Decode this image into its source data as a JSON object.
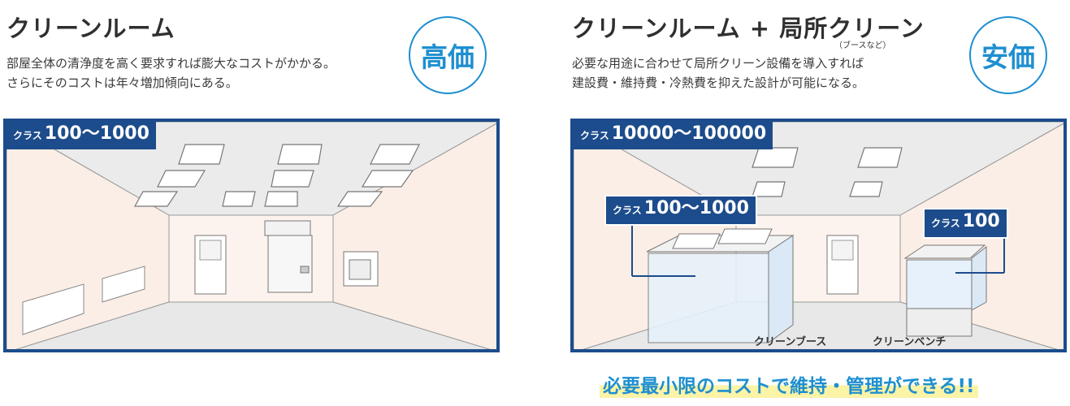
{
  "left": {
    "title": "クリーンルーム",
    "description": [
      "部屋全体の清浄度を高く要求すれば膨大なコストがかかる。",
      "さらにそのコストは年々増加傾向にある。"
    ],
    "price": "高価",
    "class_prefix": "クラス",
    "class_value": "100～1000"
  },
  "right": {
    "title_main": "クリーンルーム",
    "title_plus": "+",
    "title_local": "局所クリーン",
    "title_note": "（ブースなど）",
    "description": [
      "必要な用途に合わせて局所クリーン設備を導入すれば",
      "建設費・維持費・冷熱費を抑えた設計が可能になる。"
    ],
    "price": "安価",
    "room_class_prefix": "クラス",
    "room_class_value": "10000～100000",
    "booth_class_prefix": "クラス",
    "booth_class_value": "100～1000",
    "bench_class_prefix": "クラス",
    "bench_class_value": "100",
    "booth_label": "クリーンブース",
    "bench_label": "クリーンベンチ",
    "slogan": "必要最小限のコストで維持・管理ができる!!"
  },
  "colors": {
    "accent_blue": "#1e8fd0",
    "navy": "#1c4c8c",
    "wall": "#fbeee6",
    "highlight": "#fbf3a6"
  }
}
